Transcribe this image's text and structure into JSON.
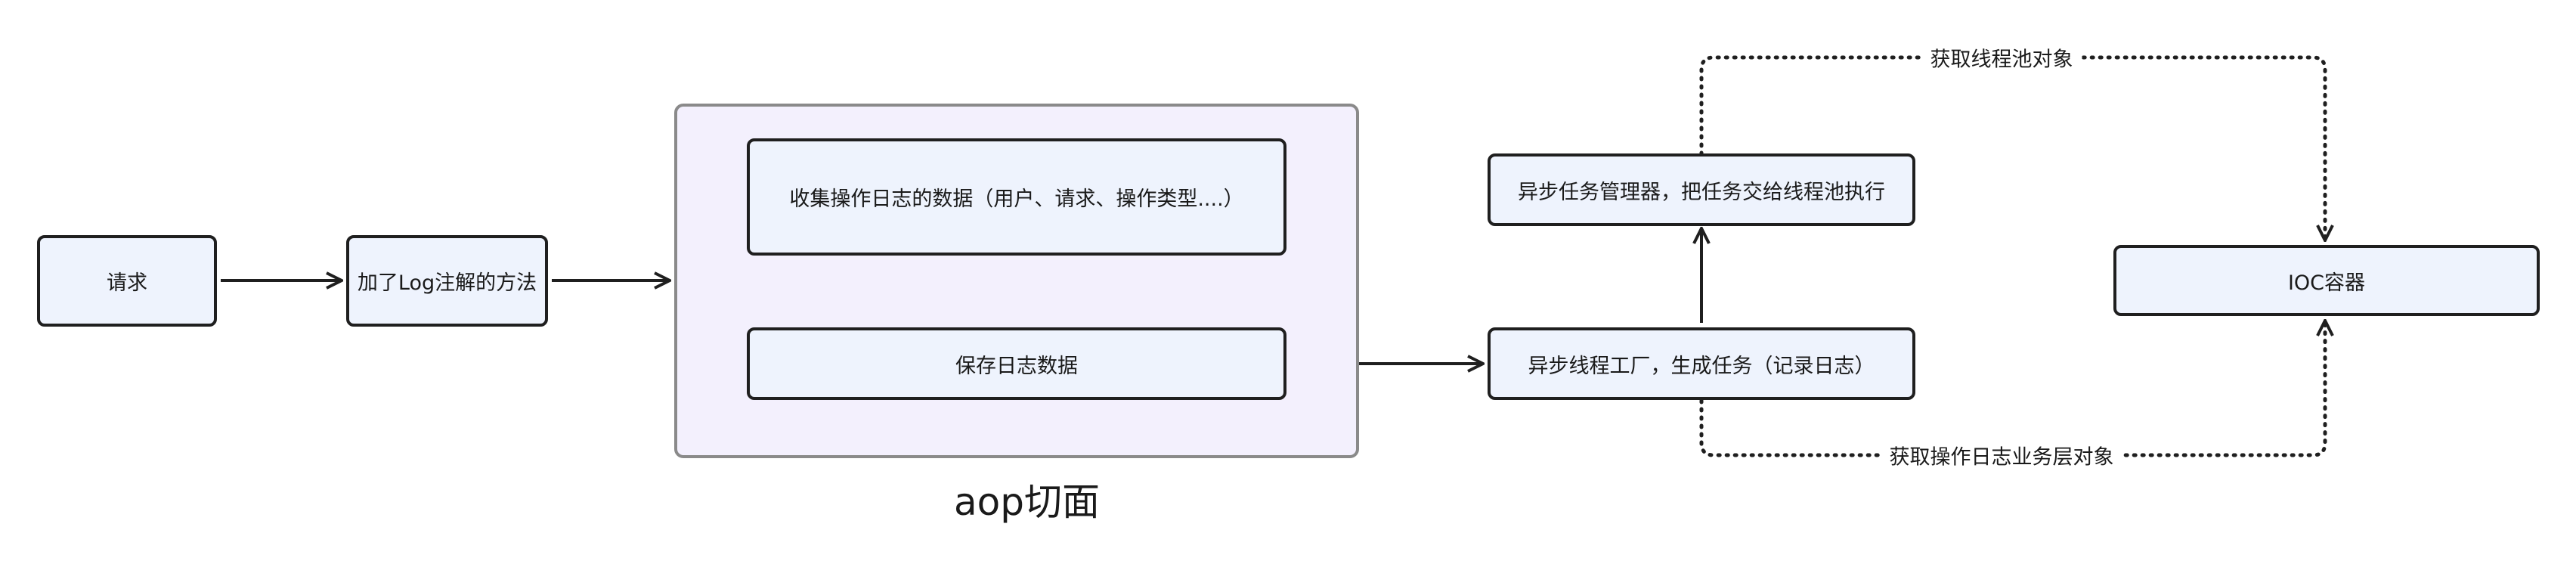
{
  "nodes": {
    "request": "请求",
    "log_method": "加了Log注解的方法",
    "collect": "收集操作日志的数据（用户、请求、操作类型....）",
    "save": "保存日志数据",
    "factory": "异步线程工厂，生成任务（记录日志）",
    "manager": "异步任务管理器，把任务交给线程池执行",
    "ioc": "IOC容器"
  },
  "group": {
    "caption": "aop切面"
  },
  "edges": {
    "top_label": "获取线程池对象",
    "bottom_label": "获取操作日志业务层对象"
  },
  "colors": {
    "node_fill": "#eef3fd",
    "group_fill": "#f3f0fd",
    "stroke": "#1f1f1f",
    "group_stroke": "#8a8a8a"
  }
}
